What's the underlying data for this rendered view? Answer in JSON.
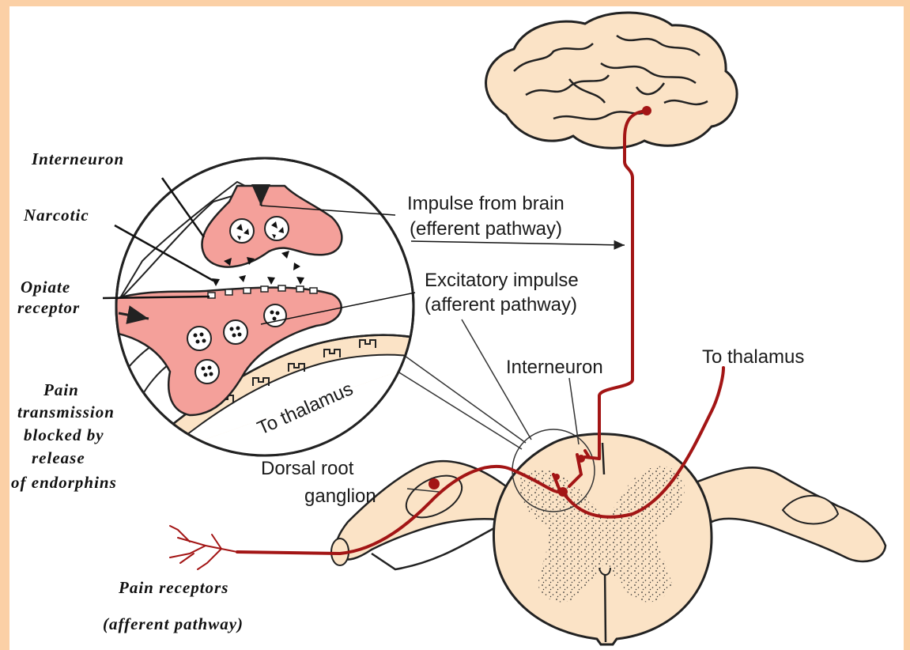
{
  "colors": {
    "frame": "#fbd0a6",
    "tissue": "#fbe3c6",
    "neuron_pink": "#f4a09a",
    "nerve_red": "#a31515",
    "outline": "#222222"
  },
  "labels": {
    "interneuron_left": "Interneuron",
    "narcotic": "Narcotic",
    "opiate_receptor_line1": "Opiate",
    "opiate_receptor_line2": "receptor",
    "pain_blocked_line1": "Pain",
    "pain_blocked_line2": "transmission",
    "pain_blocked_line3": "blocked by",
    "pain_blocked_line4": "release",
    "pain_blocked_line5": "of endorphins",
    "pain_receptors_line1": "Pain receptors",
    "pain_receptors_line2": "(afferent pathway)",
    "impulse_brain_line1": "Impulse from brain",
    "impulse_brain_line2": "(efferent pathway)",
    "excitatory_line1": "Excitatory impulse",
    "excitatory_line2": "(afferent pathway)",
    "interneuron_right": "Interneuron",
    "to_thalamus_right": "To thalamus",
    "to_thalamus_inset": "To thalamus",
    "dorsal_root_line1": "Dorsal root",
    "dorsal_root_line2": "ganglion"
  }
}
